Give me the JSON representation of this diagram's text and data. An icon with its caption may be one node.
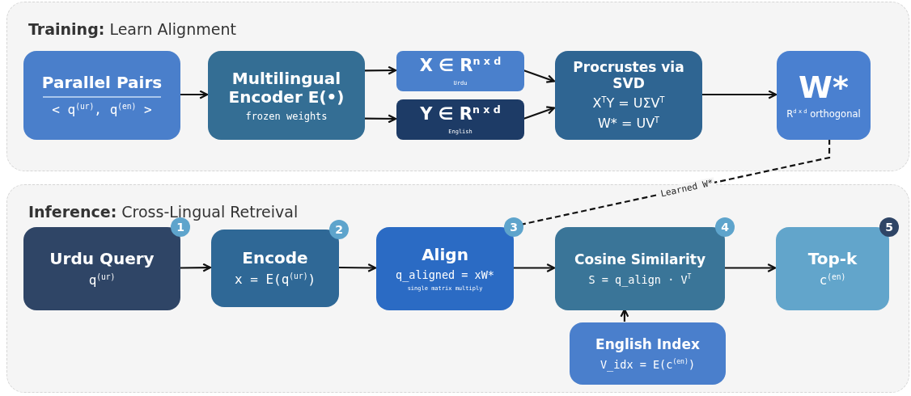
{
  "diagram": {
    "nodes": [
      {
        "text": [
          "**Training:** Learn Alignment"
        ]
      },
      {
        "text": [
          "Parallel Pairs",
          "< q$^{(ur)}$, q$^{(en)}$ >"
        ],
        "in": 0
      },
      {
        "text": [
          "Multilingual Encoder E(•)",
          "frozen weights"
        ],
        "in": 0
      },
      {
        "text": [
          "X ∈ R$^{n x d}$",
          "Urdu"
        ],
        "in": 0
      },
      {
        "text": [
          "Y ∈ R$^{n x d}$",
          "English"
        ],
        "in": 0
      },
      {
        "text": [
          "Procrustes via SVD",
          "X$^{T}$Y = UΣV$^{T}$",
          "W* = UV$^{T}$"
        ],
        "in": 0
      },
      {
        "text": [
          "W*",
          "R$^{d x d}$ orthogonal"
        ],
        "in": 0
      },
      {
        "text": [
          "**Inference:** Cross-Lingual Retreival"
        ]
      },
      {
        "text": [
          "Urdu Query",
          "q$^{(ur)}$"
        ],
        "in": 7,
        "beside": [
          "1"
        ]
      },
      {
        "text": [
          "Encode",
          "x = E(q$^{(ur)}$)"
        ],
        "in": 7,
        "beside": [
          "2"
        ]
      },
      {
        "text": [
          "Align",
          "q_aligned = xW*",
          "single matrix multiply"
        ],
        "in": 7,
        "beside": [
          "3"
        ]
      },
      {
        "text": [
          "Cosine Similarity",
          "S = q_align · V$^{T}$"
        ],
        "in": 7,
        "beside": [
          "4"
        ]
      },
      {
        "text": [
          "Top-k",
          "c$^{(en)}$"
        ],
        "in": 7,
        "beside": [
          "5"
        ]
      },
      {
        "text": [
          "English Index",
          "V_idx = E(c$^{(en)}$)"
        ],
        "in": 7
      }
    ],
    "edges": [
      {
        "from": 1,
        "to": 2,
        "arrow": "to"
      },
      {
        "from": 2,
        "to": 3,
        "arrow": "to"
      },
      {
        "from": 2,
        "to": 4,
        "arrow": "to"
      },
      {
        "from": 3,
        "to": 5,
        "arrow": "to"
      },
      {
        "from": 4,
        "to": 5,
        "arrow": "to"
      },
      {
        "from": 5,
        "to": 6,
        "arrow": "to"
      },
      {
        "from": 6,
        "to": 10,
        "arrow": "none",
        "style": "dashed",
        "label": "Learned W*"
      },
      {
        "from": 8,
        "to": 9,
        "arrow": "to"
      },
      {
        "from": 9,
        "to": 10,
        "arrow": "to"
      },
      {
        "from": 10,
        "to": 11,
        "arrow": "to"
      },
      {
        "from": 11,
        "to": 12,
        "arrow": "to"
      },
      {
        "from": 13,
        "to": 11,
        "arrow": "to"
      }
    ]
  }
}
